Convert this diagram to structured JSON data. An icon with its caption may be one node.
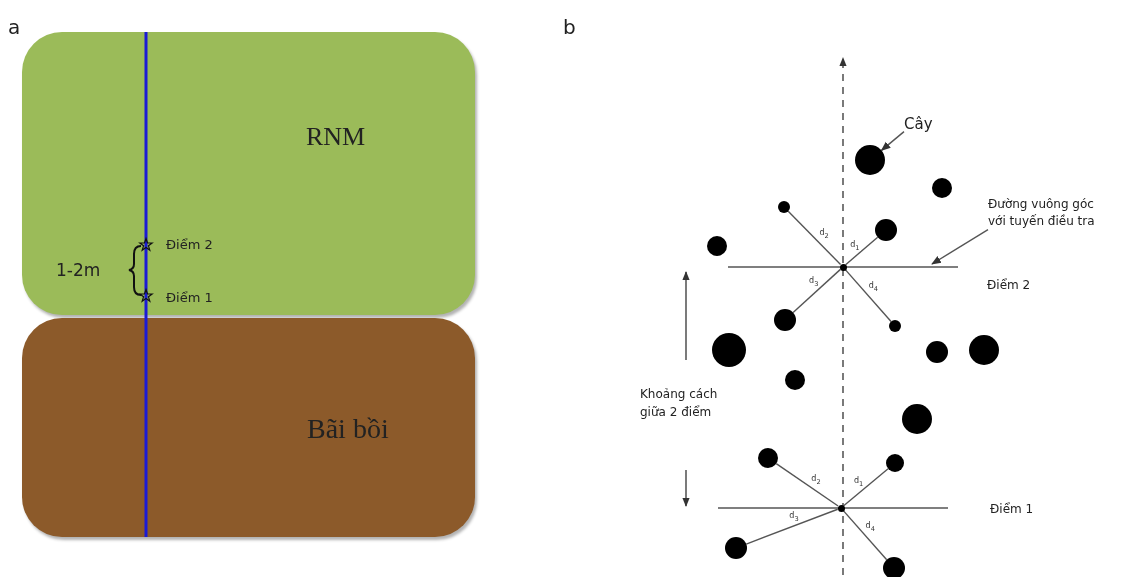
{
  "diagram": {
    "nodes": [
      {
        "text": [
          "RNM"
        ]
      },
      {
        "text": [
          "Bãi bồi"
        ]
      },
      {
        "text": [
          "Cây"
        ]
      },
      {
        "text": [
          "Đường vuông góc với tuyến điều tra"
        ]
      },
      {
        "text": [],
        "shape": "circle"
      },
      {
        "text": [],
        "shape": "circle"
      },
      {
        "text": [],
        "shape": "circle"
      },
      {
        "text": [],
        "shape": "circle"
      },
      {
        "text": [],
        "shape": "circle"
      },
      {
        "text": [],
        "shape": "circle"
      },
      {
        "text": [],
        "shape": "circle"
      },
      {
        "text": [],
        "shape": "circle"
      },
      {
        "text": [],
        "shape": "circle"
      },
      {
        "text": [],
        "shape": "circle"
      },
      {
        "text": [],
        "shape": "circle"
      },
      {
        "text": [],
        "shape": "circle"
      },
      {
        "text": [],
        "shape": "circle"
      },
      {
        "text": [],
        "shape": "circle"
      },
      {
        "text": [],
        "shape": "circle"
      },
      {
        "text": [],
        "shape": "circle"
      },
      {
        "text": [],
        "shape": "circle"
      },
      {
        "text": [],
        "shape": "circle"
      }
    ],
    "edges": [
      {
        "from": 2,
        "to": 4,
        "arrow": "to"
      },
      {
        "from": 3,
        "to": null,
        "arrow": "to"
      },
      {
        "from": 9,
        "to": 7,
        "arrow": "none",
        "label": "d$_{1}$"
      },
      {
        "from": 9,
        "to": 6,
        "arrow": "none",
        "label": "d$_{2}$"
      },
      {
        "from": 9,
        "to": 10,
        "arrow": "none",
        "label": "d$_{3}$"
      },
      {
        "from": 9,
        "to": 11,
        "arrow": "none",
        "label": "d$_{4}$"
      },
      {
        "from": 19,
        "to": 18,
        "arrow": "none",
        "label": "d$_{1}$"
      },
      {
        "from": 19,
        "to": 17,
        "arrow": "none",
        "label": "d$_{2}$"
      },
      {
        "from": 19,
        "to": 20,
        "arrow": "none",
        "label": "d$_{3}$"
      },
      {
        "from": 19,
        "to": 21,
        "arrow": "none",
        "label": "d$_{4}$"
      }
    ],
    "labels": [
      "a",
      "b",
      "Điểm 2",
      "1-2m",
      "Điểm 1",
      "Điểm 2",
      "Khoảng cách giữa 2 điểm",
      "Điểm 1"
    ]
  }
}
